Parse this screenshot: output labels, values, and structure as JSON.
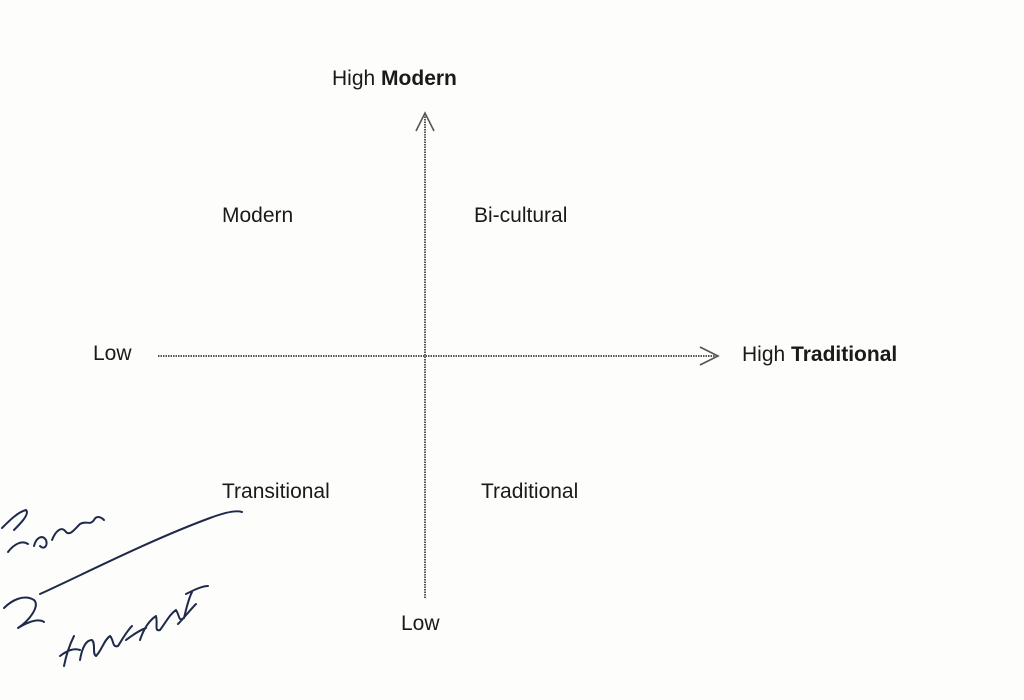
{
  "diagram": {
    "vertical_axis": {
      "high_prefix": "High",
      "high_name": "Modern",
      "low_label": "Low"
    },
    "horizontal_axis": {
      "high_prefix": "High",
      "high_name": "Traditional",
      "low_label": "Low"
    },
    "quadrants": {
      "top_left": "Modern",
      "top_right": "Bi-cultural",
      "bottom_left": "Transitional",
      "bottom_right": "Traditional"
    }
  },
  "colors": {
    "ink": "#1a1a1a",
    "axis": "#555555",
    "background": "#fdfdfc",
    "handwriting": "#1f2a4a"
  }
}
